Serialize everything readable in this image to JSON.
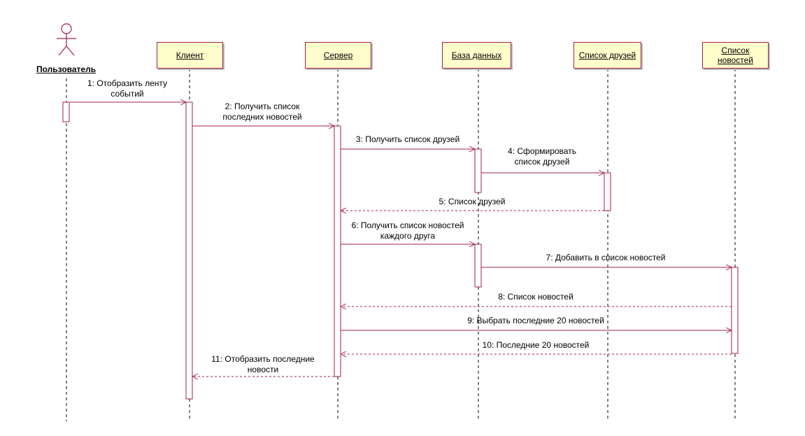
{
  "actor": {
    "label": "Пользователь"
  },
  "participants": [
    {
      "id": "client",
      "label": "Клиент"
    },
    {
      "id": "server",
      "label": "Сервер"
    },
    {
      "id": "db",
      "label": "База данных"
    },
    {
      "id": "friends",
      "label": "Список друзей"
    },
    {
      "id": "news",
      "label": "Список новостей"
    }
  ],
  "messages": [
    {
      "label": "1: Отобразить ленту событий",
      "line1": "1: Отобразить ленту",
      "line2": "событий",
      "from": "actor",
      "to": "client",
      "type": "sync"
    },
    {
      "label": "2: Получить список последних новостей",
      "line1": "2: Получить список",
      "line2": "последних новостей",
      "from": "client",
      "to": "server",
      "type": "sync"
    },
    {
      "label": "3: Получить список друзей",
      "line1": "3: Получить список друзей",
      "line2": "",
      "from": "server",
      "to": "db",
      "type": "sync"
    },
    {
      "label": "4: Сформировать список друзей",
      "line1": "4: Сформировать",
      "line2": "список друзей",
      "from": "db",
      "to": "friends",
      "type": "sync"
    },
    {
      "label": "5: Список друзей",
      "line1": "5: Список друзей",
      "line2": "",
      "from": "friends",
      "to": "server",
      "type": "return"
    },
    {
      "label": "6: Получить список новостей каждого друга",
      "line1": "6: Получить список новостей",
      "line2": "каждого друга",
      "from": "server",
      "to": "db",
      "type": "sync"
    },
    {
      "label": "7: Добавить в список новостей",
      "line1": "7: Добавить в список новостей",
      "line2": "",
      "from": "db",
      "to": "news",
      "type": "sync"
    },
    {
      "label": "8: Список новостей",
      "line1": "8: Список новостей",
      "line2": "",
      "from": "news",
      "to": "server",
      "type": "return"
    },
    {
      "label": "9: Выбрать последние 20 новостей",
      "line1": "9: Выбрать последние 20 новостей",
      "line2": "",
      "from": "server",
      "to": "news",
      "type": "sync"
    },
    {
      "label": "10: Последние 20 новостей",
      "line1": "10: Последние 20 новостей",
      "line2": "",
      "from": "news",
      "to": "server",
      "type": "return"
    },
    {
      "label": "11: Отобразить последние новости",
      "line1": "11: Отобразить последние",
      "line2": "новости",
      "from": "server",
      "to": "client",
      "type": "return"
    }
  ],
  "colors": {
    "line": "#a0204a",
    "box_fill": "#ffffcc",
    "shadow": "#bdbdbd"
  }
}
